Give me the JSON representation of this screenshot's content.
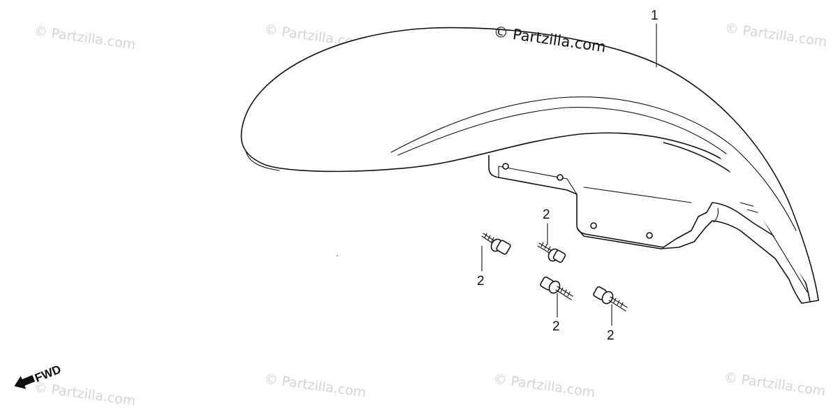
{
  "watermark": {
    "text": "© Partzilla.com",
    "main_text": "© Partzilla.com"
  },
  "callouts": {
    "fender": "1",
    "bolt_top": "2",
    "bolt_left": "2",
    "bolt_mid": "2",
    "bolt_right": "2"
  },
  "direction_label": "FWD",
  "icons": {
    "fwd_arrow": "arrow-left-icon"
  }
}
